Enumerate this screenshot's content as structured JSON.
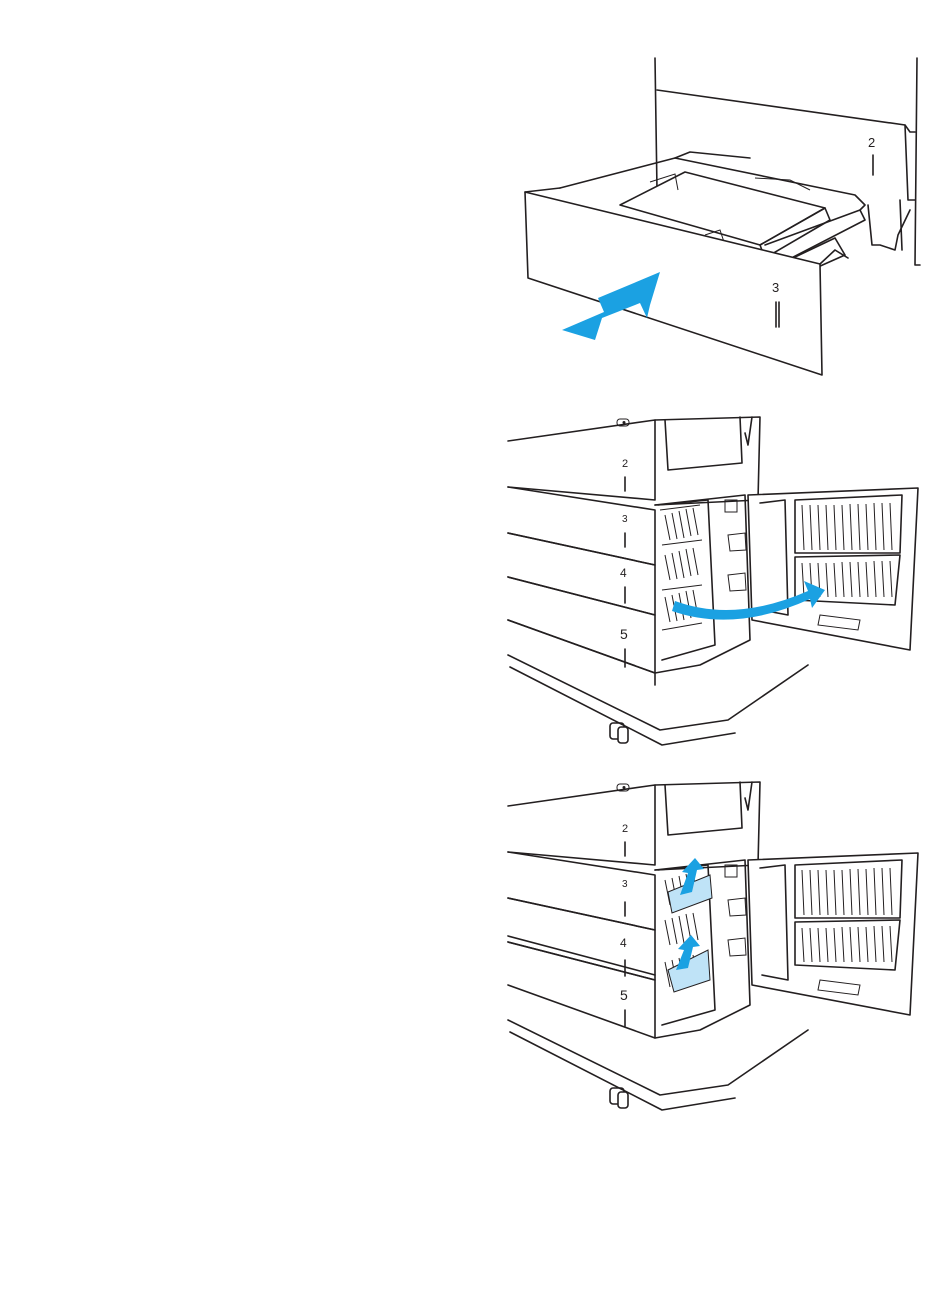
{
  "figures": [
    {
      "id": "insert-tray",
      "tray_labels": {
        "upper": "2",
        "lower": "3"
      },
      "arrow_color": "#1ba1e2"
    },
    {
      "id": "open-right-door",
      "tray_labels": {
        "t2": "2",
        "t3": "3",
        "t4": "4",
        "t5": "5"
      },
      "arrow_color": "#1ba1e2"
    },
    {
      "id": "remove-jammed-paper",
      "tray_labels": {
        "t2": "2",
        "t3": "3",
        "t4": "4",
        "t5": "5"
      },
      "arrow_color": "#1ba1e2",
      "paper_color": "#bfe3f7"
    }
  ]
}
